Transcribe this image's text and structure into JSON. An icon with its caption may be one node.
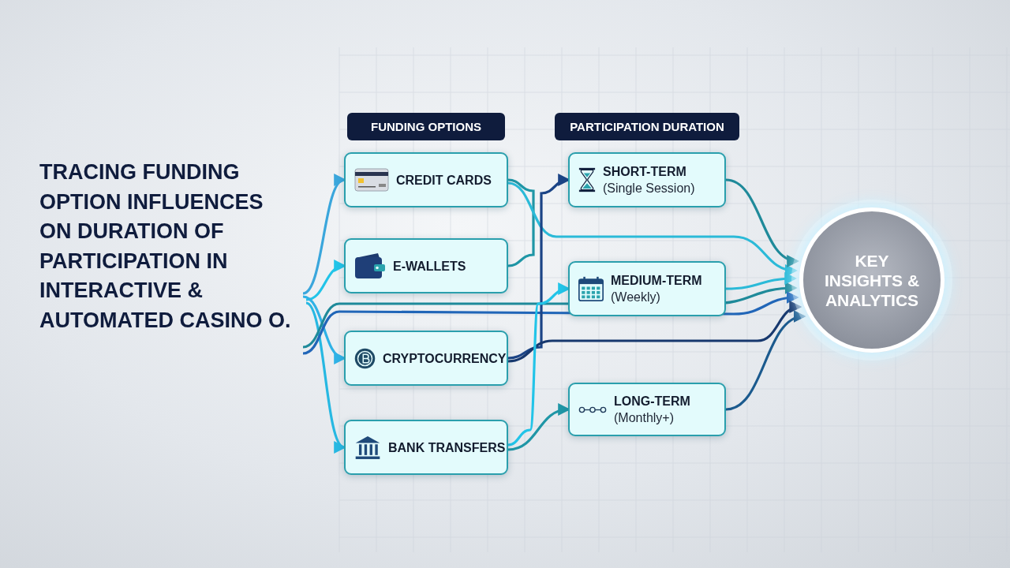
{
  "diagram": {
    "title": "TRACING FUNDING OPTION INFLUENCES ON DURATION OF PARTICIPATION IN INTERACTIVE & AUTOMATED CASINO O.",
    "nodes": [
      {
        "text": [
          "FUNDING OPTIONS"
        ]
      },
      {
        "text": [
          "PARTICIPATION DURATION"
        ]
      },
      {
        "text": [
          "CREDIT CARDS"
        ]
      },
      {
        "text": [
          "E-WALLETS"
        ]
      },
      {
        "text": [
          "CRYPTOCURRENCY"
        ]
      },
      {
        "text": [
          "BANK TRANSFERS"
        ]
      },
      {
        "text": [
          "SHORT-TERM",
          "(Single Session)"
        ]
      },
      {
        "text": [
          "MEDIUM-TERM",
          "(Weekly)"
        ]
      },
      {
        "text": [
          "LONG-TERM",
          "(Monthly+)"
        ]
      },
      {
        "text": [
          "KEY INSIGHTS & ANALYTICS"
        ]
      }
    ],
    "edges": [
      {
        "from": null,
        "to": 2,
        "arrow": "to",
        "color": "#3aa6dc"
      },
      {
        "from": null,
        "to": 3,
        "arrow": "to",
        "color": "#22c4e8"
      },
      {
        "from": null,
        "to": 4,
        "arrow": "to",
        "color": "#2fb2e6"
      },
      {
        "from": null,
        "to": 5,
        "arrow": "to",
        "color": "#27b8e2"
      },
      {
        "from": null,
        "to": 9,
        "arrow": "to",
        "color": "#1f8a9a"
      },
      {
        "from": null,
        "to": 9,
        "arrow": "to",
        "color": "#2166b8"
      },
      {
        "from": 2,
        "to": 3,
        "arrow": "none",
        "color": "#1f96a6"
      },
      {
        "from": 2,
        "to": 9,
        "arrow": "to",
        "color": "#2bbad8"
      },
      {
        "from": 4,
        "to": 6,
        "arrow": "to",
        "color": "#1b4486"
      },
      {
        "from": 4,
        "to": 9,
        "arrow": "to",
        "color": "#17386e"
      },
      {
        "from": 5,
        "to": 7,
        "arrow": "to",
        "color": "#22c4e8"
      },
      {
        "from": 5,
        "to": 8,
        "arrow": "to",
        "color": "#1f96a6"
      },
      {
        "from": 6,
        "to": 9,
        "arrow": "to",
        "color": "#1f8a9a"
      },
      {
        "from": 7,
        "to": 9,
        "arrow": "to",
        "color": "#2bbad8"
      },
      {
        "from": 8,
        "to": 9,
        "arrow": "to",
        "color": "#1b5a8e"
      }
    ]
  }
}
